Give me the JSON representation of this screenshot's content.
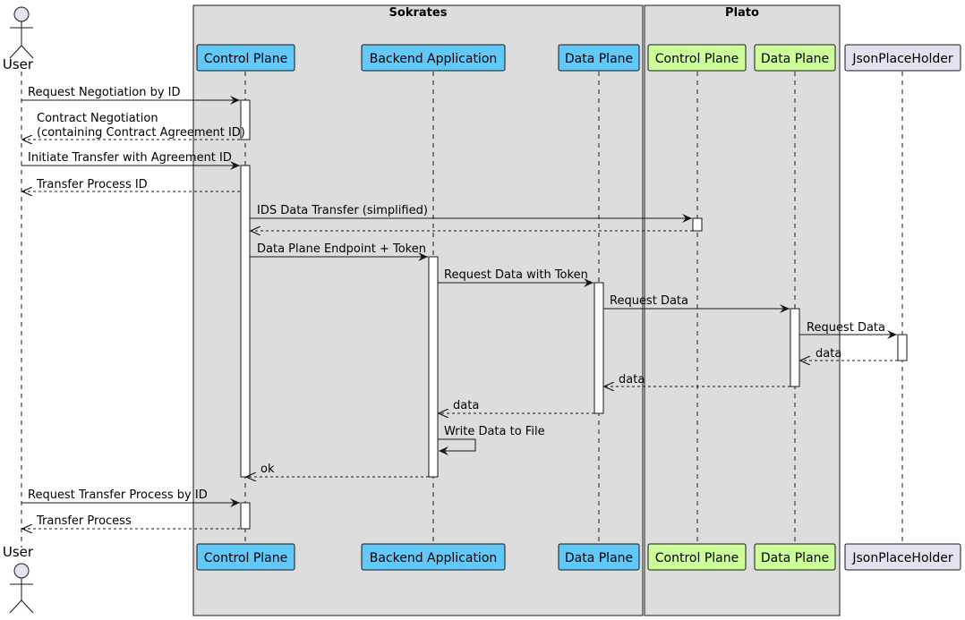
{
  "boxes": [
    {
      "title": "Sokrates",
      "color": "#dddddd"
    },
    {
      "title": "Plato",
      "color": "#dddddd"
    }
  ],
  "actor": {
    "label": "User",
    "color": "#e2e2f0"
  },
  "participants": [
    {
      "label": "Control Plane",
      "color": "#61c8f9"
    },
    {
      "label": "Backend Application",
      "color": "#61c8f9"
    },
    {
      "label": "Data Plane",
      "color": "#61c8f9"
    },
    {
      "label": "Control Plane",
      "color": "#ccff99"
    },
    {
      "label": "Data Plane",
      "color": "#ccff99"
    },
    {
      "label": "JsonPlaceHolder",
      "color": "#e2e2f0"
    }
  ],
  "messages": [
    {
      "text": "Request Negotiation by ID"
    },
    {
      "text": "Contract Negotiation",
      "text2": "(containing Contract Agreement ID)"
    },
    {
      "text": "Initiate Transfer with Agreement ID"
    },
    {
      "text": "Transfer Process ID"
    },
    {
      "text": "IDS Data Transfer (simplified)"
    },
    {
      "text": ""
    },
    {
      "text": "Data Plane Endpoint + Token"
    },
    {
      "text": "Request Data with Token"
    },
    {
      "text": "Request Data"
    },
    {
      "text": "Request Data"
    },
    {
      "text": "data"
    },
    {
      "text": "data"
    },
    {
      "text": "data"
    },
    {
      "text": "Write Data to File"
    },
    {
      "text": "ok"
    },
    {
      "text": "Request Transfer Process by ID"
    },
    {
      "text": "Transfer Process"
    }
  ]
}
